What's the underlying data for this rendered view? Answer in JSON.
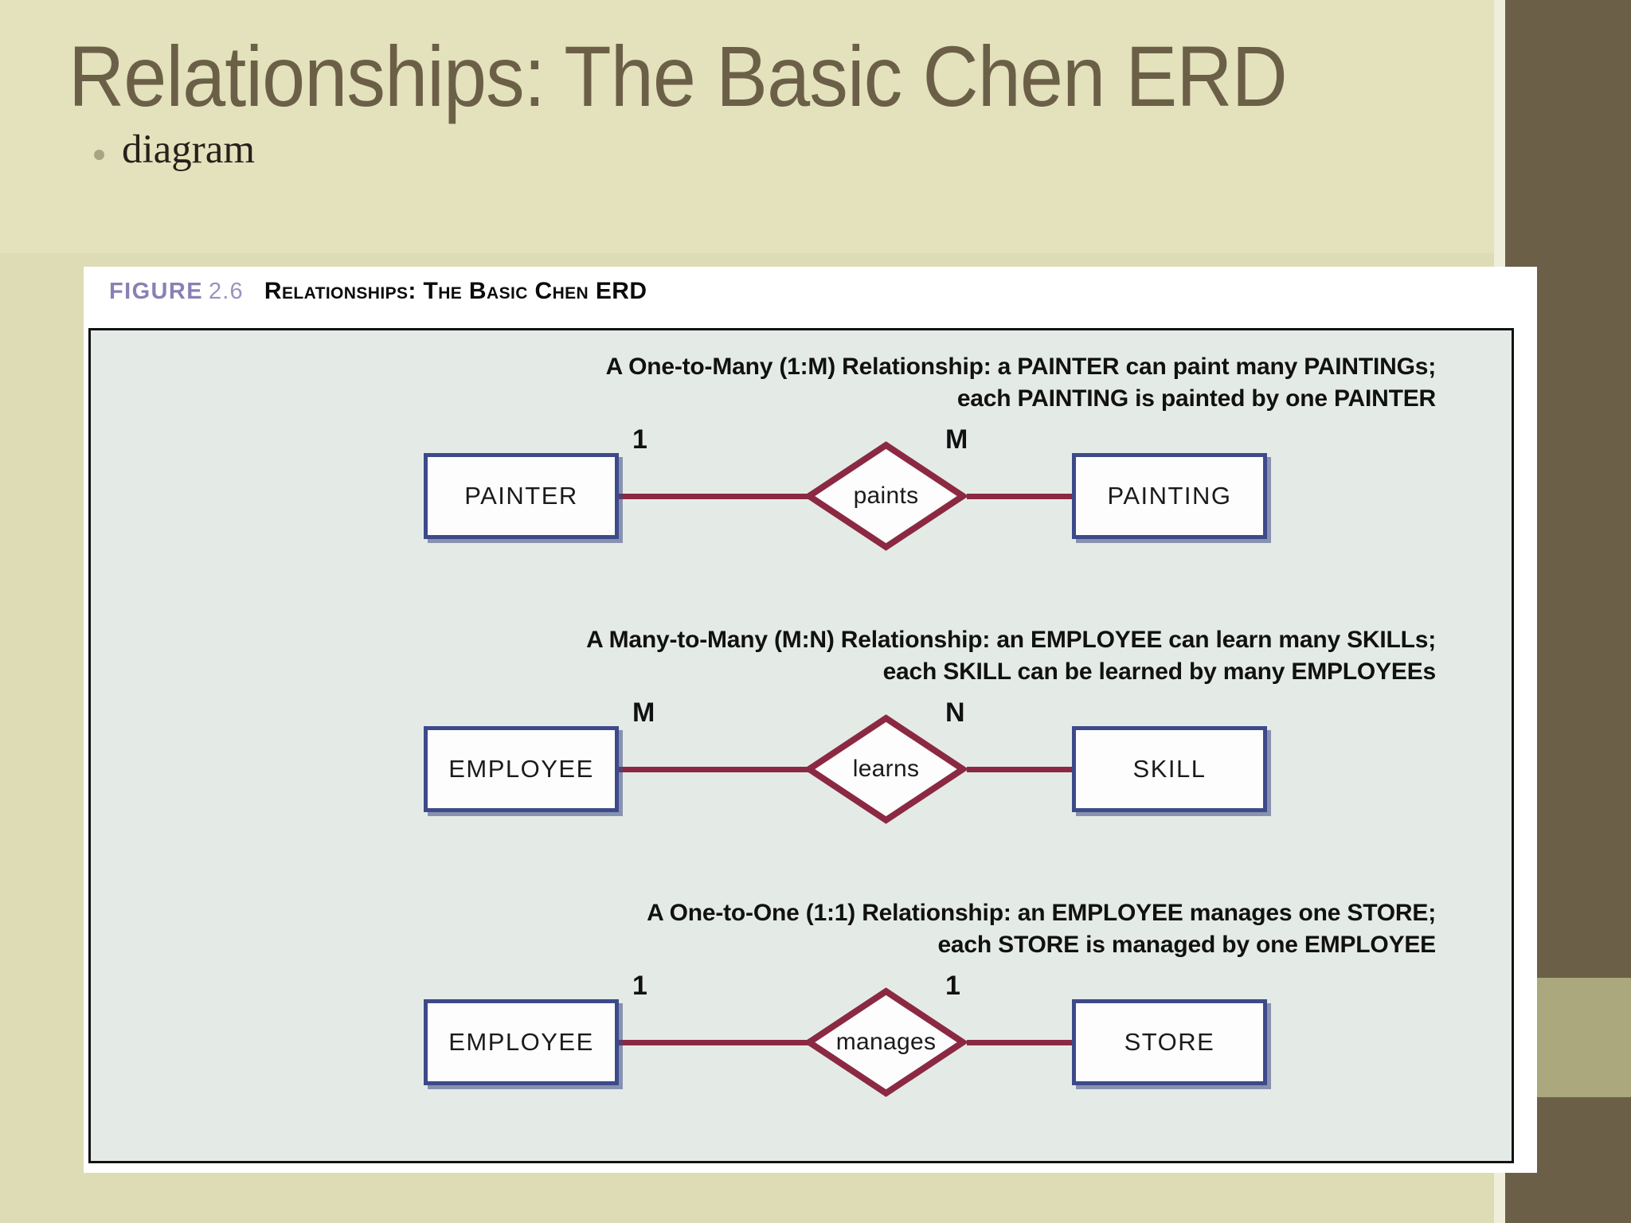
{
  "slide": {
    "title": "Relationships: The Basic Chen ERD",
    "bullets": [
      {
        "text": "diagram"
      }
    ],
    "colors": {
      "background": "#dedcb4",
      "title_band": "#e4e1bd",
      "title_text": "#6b6047",
      "right_bar": "#6b6047",
      "right_bar_accent": "#aaa87c",
      "panel_background": "#e4ebe7",
      "entity_border": "#3d4a8a",
      "relationship_line": "#8b2942",
      "figure_label": "#8a7fb5"
    }
  },
  "figure": {
    "label": "FIGURE",
    "number": "2.6",
    "title": "Relationships: The Basic Chen ERD",
    "relationships": [
      {
        "description_line1": "A One-to-Many (1:M) Relationship: a PAINTER can paint many PAINTINGs;",
        "description_line2": "each PAINTING is painted by one PAINTER",
        "left_entity": "PAINTER",
        "right_entity": "PAINTING",
        "relationship": "paints",
        "left_cardinality": "1",
        "right_cardinality": "M"
      },
      {
        "description_line1": "A Many-to-Many (M:N) Relationship: an EMPLOYEE can learn many SKILLs;",
        "description_line2": "each SKILL can be learned by many EMPLOYEEs",
        "left_entity": "EMPLOYEE",
        "right_entity": "SKILL",
        "relationship": "learns",
        "left_cardinality": "M",
        "right_cardinality": "N"
      },
      {
        "description_line1": "A One-to-One (1:1) Relationship: an EMPLOYEE manages one STORE;",
        "description_line2": "each STORE is managed by one EMPLOYEE",
        "left_entity": "EMPLOYEE",
        "right_entity": "STORE",
        "relationship": "manages",
        "left_cardinality": "1",
        "right_cardinality": "1"
      }
    ]
  }
}
